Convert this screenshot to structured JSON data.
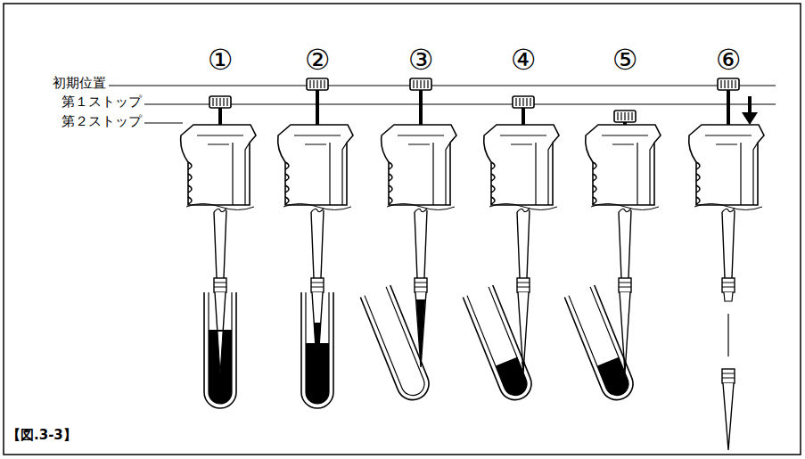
{
  "diagram": {
    "caption": "【図.3-3】",
    "labels": [
      "①",
      "②",
      "③",
      "④",
      "⑤",
      "⑥",
      "初期位置",
      "第１ストップ",
      "第２ストップ"
    ]
  }
}
